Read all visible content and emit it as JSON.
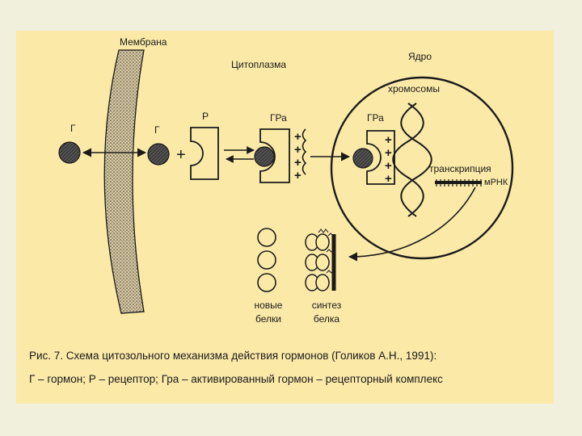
{
  "labels": {
    "membrane": "Мембрана",
    "cytoplasm": "Цитоплазма",
    "nucleus": "Ядро",
    "chromosomes": "хромосомы",
    "hormone_outside": "Г",
    "hormone_inside": "Г",
    "receptor": "Р",
    "complex_cytoplasm": "ГРа",
    "complex_nucleus": "ГРа",
    "transcription": "транскрипция",
    "mrna": "мРНК",
    "new_proteins_line1": "новые",
    "new_proteins_line2": "белки",
    "synthesis_line1": "синтез",
    "synthesis_line2": "белка"
  },
  "caption": {
    "line1": "Рис. 7. Схема цитозольного механизма действия гормонов (Голиков А.Н., 1991):",
    "line2": "Г – гормон; Р – рецептор; Гра – активированный гормон – рецепторный комплекс"
  },
  "colors": {
    "background": "#f1f0dc",
    "panel": "#fbe9a8",
    "ink": "#1a1a1a"
  }
}
